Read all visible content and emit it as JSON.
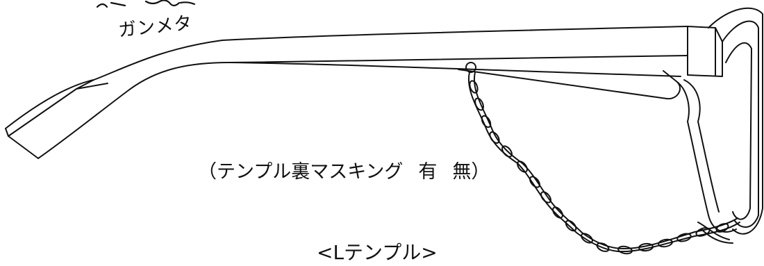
{
  "handwritten_note": "ガンメタ",
  "masking_note": {
    "open": "（",
    "label": "テンプル裏マスキング",
    "option_yes": "有",
    "option_no": "無",
    "close": "）"
  },
  "caption": "<Lテンプル>",
  "colors": {
    "line": "#111111",
    "background": "#ffffff"
  }
}
